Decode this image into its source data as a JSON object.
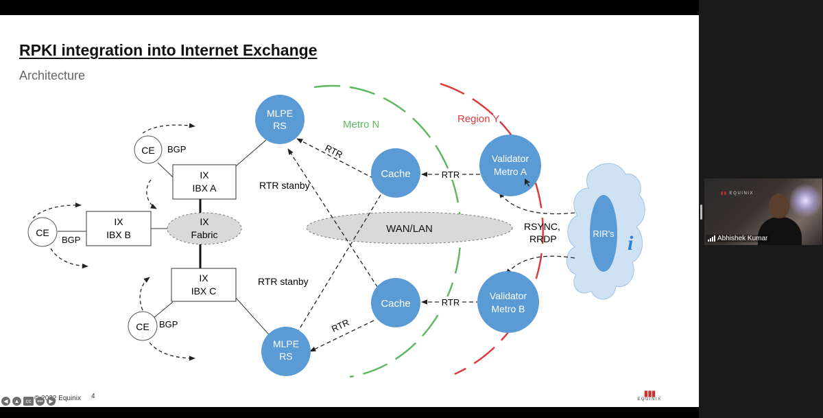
{
  "slide": {
    "title": "RPKI integration into Internet Exchange",
    "subtitle": "Architecture",
    "copyright": "© 2022 Equinix",
    "page_number": "4",
    "brand": "EQUINIX"
  },
  "diagram": {
    "zones": {
      "metro_n": "Metro N",
      "region_y": "Region Y"
    },
    "nodes": {
      "mlpe_top": [
        "MLPE",
        "RS"
      ],
      "mlpe_bottom": [
        "MLPE",
        "RS"
      ],
      "cache_top": "Cache",
      "cache_bottom": "Cache",
      "validator_a": [
        "Validator",
        "Metro A"
      ],
      "validator_b": [
        "Validator",
        "Metro B"
      ],
      "rirs": "RIR's",
      "wan_lan": "WAN/LAN",
      "ix_fabric": [
        "IX",
        "Fabric"
      ],
      "ix_a": [
        "IX",
        "IBX A"
      ],
      "ix_b": [
        "IX",
        "IBX B"
      ],
      "ix_c": [
        "IX",
        "IBX C"
      ],
      "ce_label": "CE",
      "bgp_label": "BGP"
    },
    "edge_labels": {
      "rtr": "RTR",
      "rtr_stanby": "RTR stanby",
      "rsync": "RSYNC,",
      "rrdp": "RRDP"
    },
    "colors": {
      "node_blue": "#5b9bd5",
      "metro_green": "#5fb85f",
      "region_red": "#dd3b3b",
      "cloud": "#cfe2f3"
    }
  },
  "video": {
    "participant": "Abhishek Kumar",
    "background_brand": "EQUINIX"
  }
}
